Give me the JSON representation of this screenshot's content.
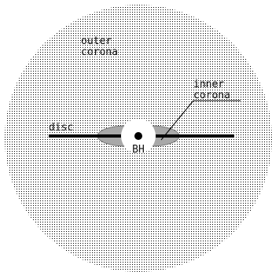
{
  "diagram": {
    "labels": {
      "outer_corona_line1": "outer",
      "outer_corona_line2": "corona",
      "inner_corona_line1": "inner",
      "inner_corona_line2": "corona",
      "disc": "disc",
      "black_hole": "BH"
    },
    "colors": {
      "background": "#ffffff",
      "outer_corona_stipple": "#000000",
      "inner_corona_fill": "#a8a8a8",
      "inner_corona_stroke": "#777777",
      "disc": "#000000",
      "black_hole": "#000000",
      "cavity": "#ffffff",
      "text": "#111111"
    }
  }
}
